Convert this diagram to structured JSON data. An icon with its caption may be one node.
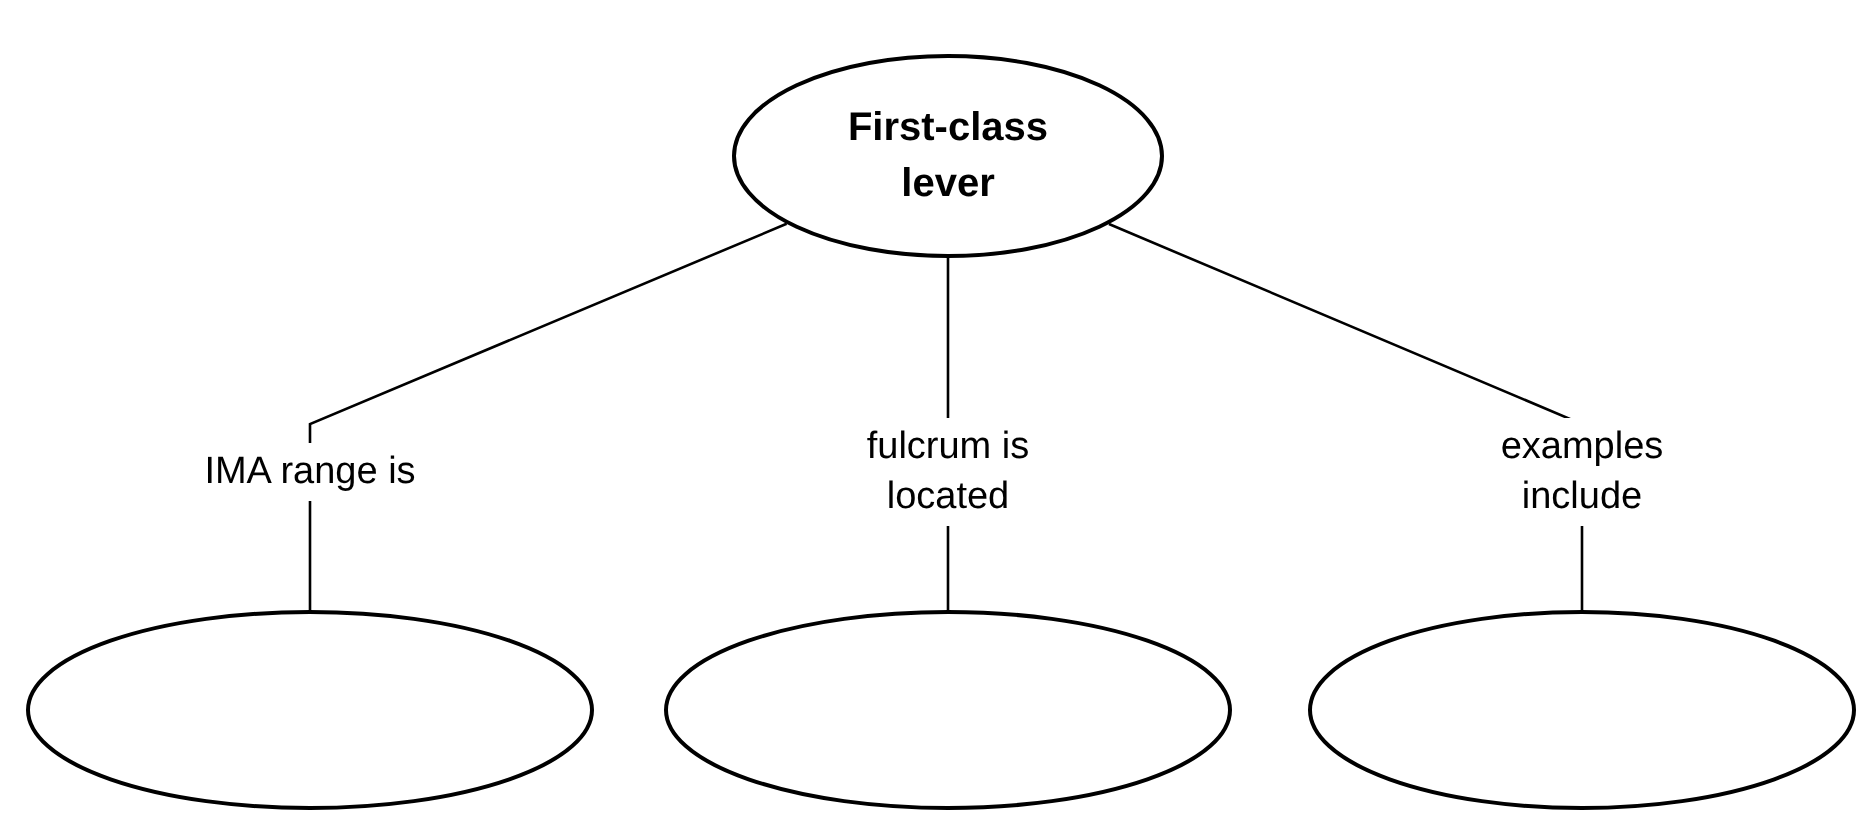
{
  "diagram": {
    "nodes": [
      {
        "text": [
          "First-class lever"
        ]
      },
      {
        "text": [],
        "shape": "ellipse"
      },
      {
        "text": [],
        "shape": "ellipse"
      },
      {
        "text": [],
        "shape": "ellipse"
      }
    ],
    "edges": [
      {
        "from": 0,
        "to": 1,
        "arrow": "none",
        "label": "IMA range is"
      },
      {
        "from": 0,
        "to": 2,
        "arrow": "none",
        "label": "fulcrum is located"
      },
      {
        "from": 0,
        "to": 3,
        "arrow": "none",
        "label": "examples include"
      }
    ]
  }
}
